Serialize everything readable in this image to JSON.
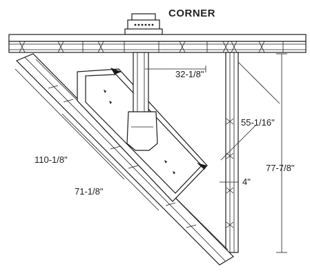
{
  "title": "CORNER",
  "dimensions": {
    "d1": "32-1/8\"",
    "d2": "55-1/16\"",
    "d3": "110-1/8\"",
    "d4": "71-1/8\"",
    "d5": "4\"",
    "d6": "77-7/8\""
  }
}
